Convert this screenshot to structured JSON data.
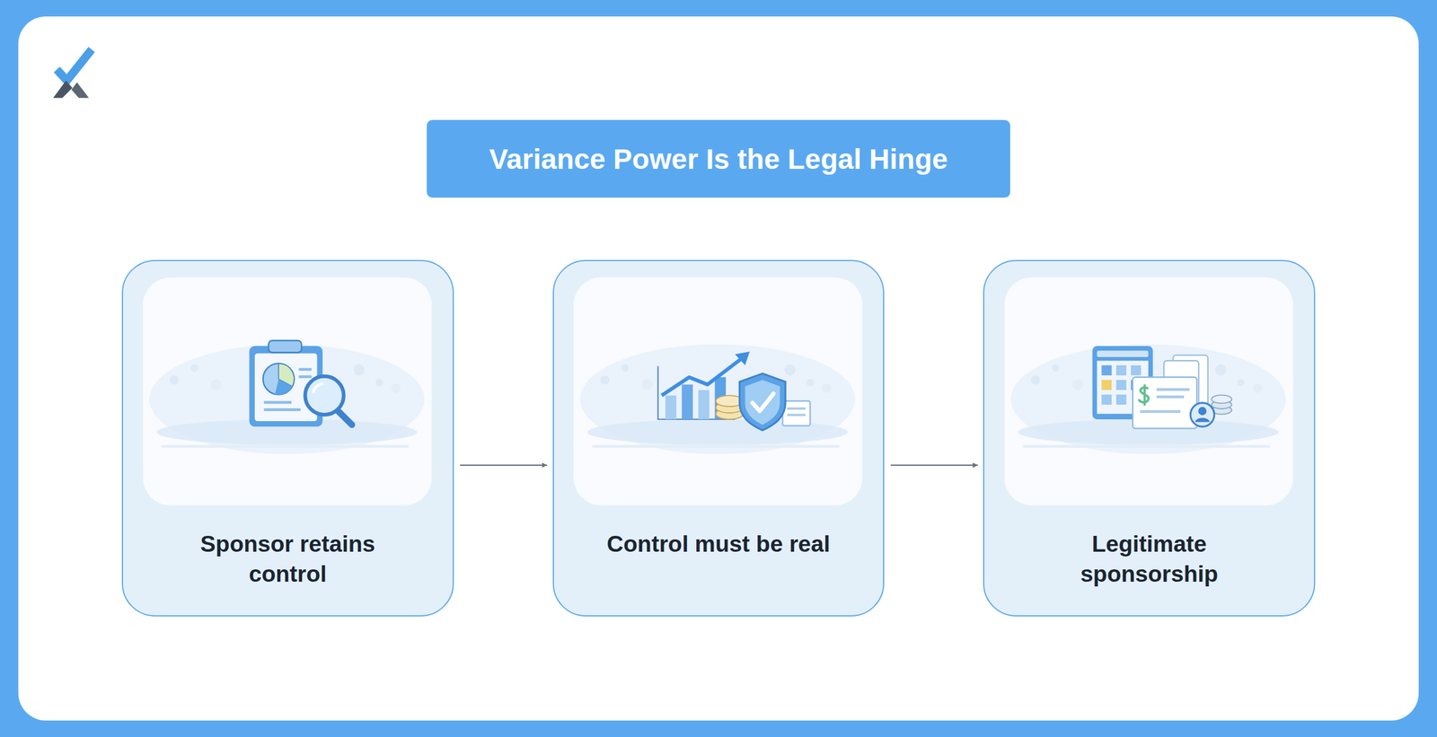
{
  "diagram": {
    "title": "Variance Power Is the Legal Hinge",
    "nodes": [
      {
        "text": [
          "Sponsor retains control"
        ]
      },
      {
        "text": [
          "Control must be real"
        ]
      },
      {
        "text": [
          "Legitimate sponsorship"
        ]
      }
    ],
    "edges": [
      {
        "from": 0,
        "to": 1,
        "arrow": "to"
      },
      {
        "from": 1,
        "to": 2,
        "arrow": "to"
      }
    ]
  }
}
